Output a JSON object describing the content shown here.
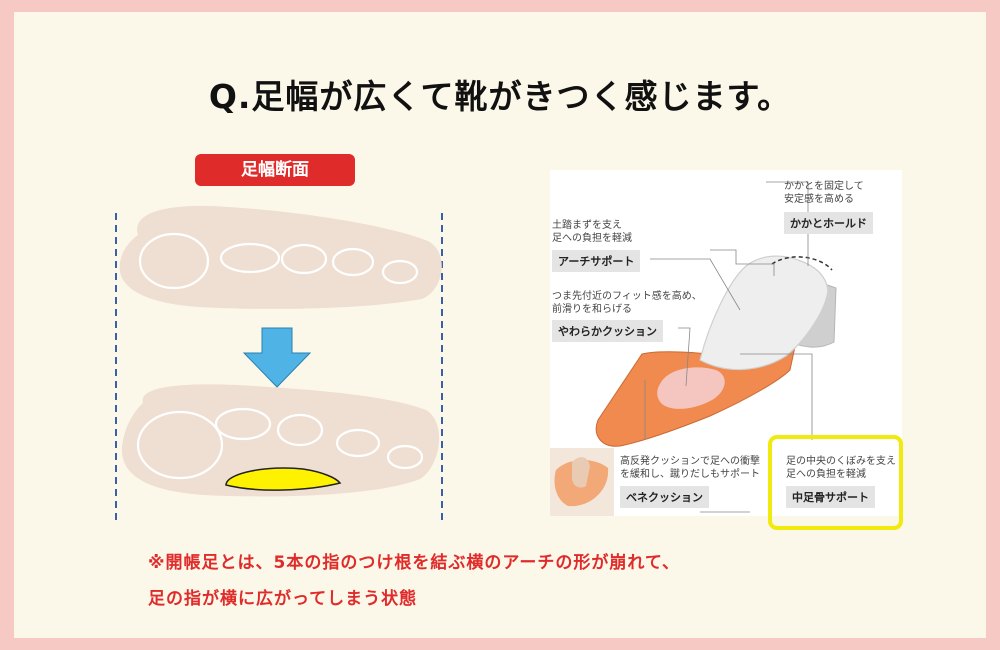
{
  "title": "Q.足幅が広くて靴がきつく感じます。",
  "badge": "足幅断面",
  "labels": {
    "heel_desc": [
      "かかとを固定して",
      "安定感を高める"
    ],
    "heel_title": "かかとホールド",
    "arch_desc": [
      "土踏まずを支え",
      "足への負担を軽減"
    ],
    "arch_title": "アーチサポート",
    "cushion_desc": [
      "つま先付近のフィット感を高め、",
      "前滑りを和らげる"
    ],
    "cushion_title": "やわらかクッション",
    "bene_desc": [
      "高反発クッションで足への衝撃",
      "を緩和し、蹴りだしもサポート"
    ],
    "bene_title": "ベネクッション",
    "mid_desc": [
      "足の中央のくぼみを支え",
      "足への負担を軽減"
    ],
    "mid_title": "中足骨サポート"
  },
  "note": {
    "line1": "※開帳足とは、5本の指のつけ根を結ぶ横のアーチの形が崩れて、",
    "line2": "足の指が横に広がってしまう状態"
  },
  "colors": {
    "frame": "#f6c9c4",
    "panel": "#fcf8e9",
    "accent_red": "#e02b2b",
    "arrow_blue": "#4fb3e6",
    "support_yellow": "#fff200",
    "highlight_yellow": "#f1ea0f",
    "insole_orange": "#f08a4e"
  }
}
